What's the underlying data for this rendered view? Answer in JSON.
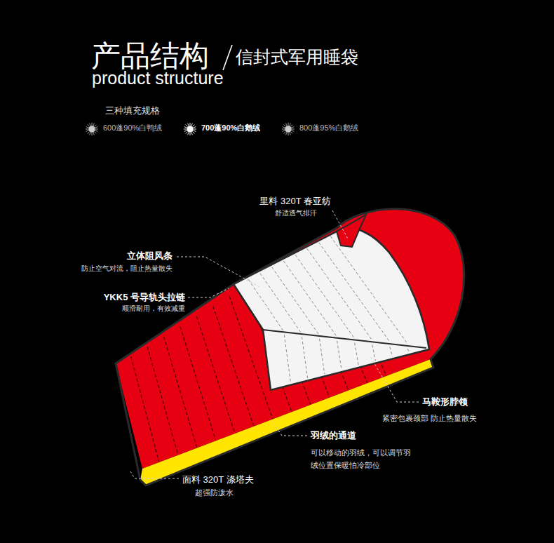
{
  "diagram": {
    "title": "产品结构",
    "labels": [
      "信封式军用睡袋",
      "product structure",
      "三种填充规格",
      "里料 320T 春亚纺",
      "舒适透气排汗",
      "立体阻风条",
      "防止空气对流，阻止热量散失",
      "YKK5 号导轨头拉链",
      "顺滑耐用，有效减重",
      "马鞍形脖领",
      "紧密包裹颈部 防止热量散失",
      "羽绒的通道",
      "可以移动的羽绒，可以调节羽绒位置保暖怕冷部位",
      "面料 320T 涤塔夫",
      "超强防泼水"
    ],
    "legend": [
      {
        "text": "600蓬90%白鸭绒"
      },
      {
        "text": "700蓬90%白鹅绒"
      },
      {
        "text": "800蓬95%白鹅绒"
      }
    ]
  }
}
